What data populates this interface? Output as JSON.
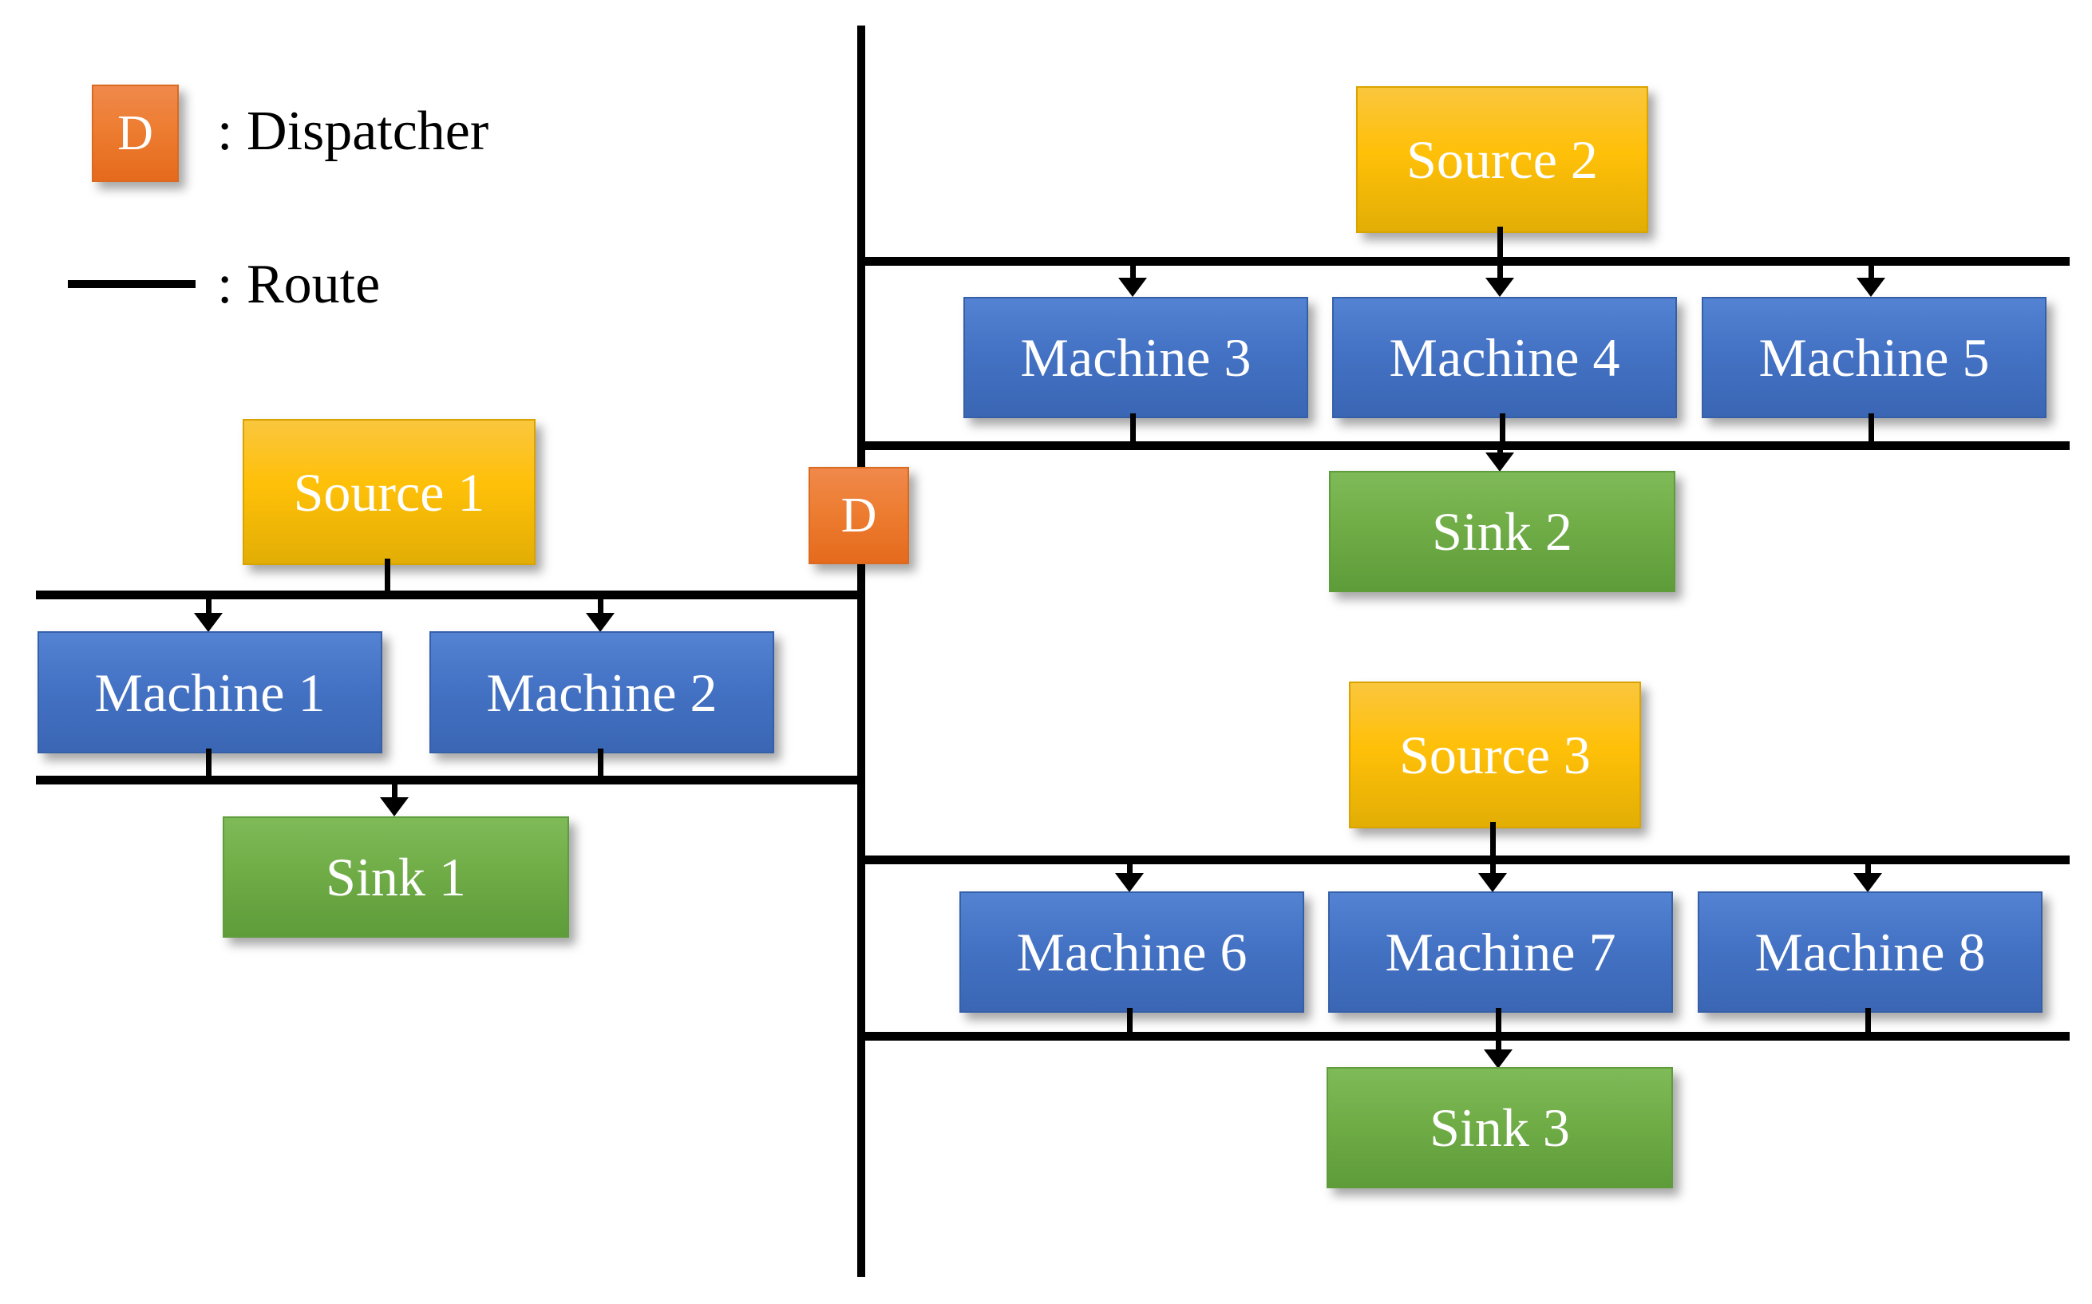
{
  "diagram": {
    "legend": {
      "dispatcher_symbol": "D",
      "dispatcher_label": ": Dispatcher",
      "route_label": ": Route"
    },
    "dispatcher": {
      "symbol": "D"
    },
    "colors": {
      "dispatcher_orange": "#ED7D31",
      "source_gold": "#FFC000",
      "machine_blue": "#4472C4",
      "sink_green": "#70AD47",
      "route_black": "#000000",
      "label_white": "#FFFFFF"
    },
    "cells": [
      {
        "source": "Source 1",
        "machines": [
          "Machine 1",
          "Machine 2"
        ],
        "sink": "Sink 1"
      },
      {
        "source": "Source 2",
        "machines": [
          "Machine 3",
          "Machine 4",
          "Machine 5"
        ],
        "sink": "Sink 2"
      },
      {
        "source": "Source 3",
        "machines": [
          "Machine 6",
          "Machine 7",
          "Machine 8"
        ],
        "sink": "Sink 3"
      }
    ]
  }
}
